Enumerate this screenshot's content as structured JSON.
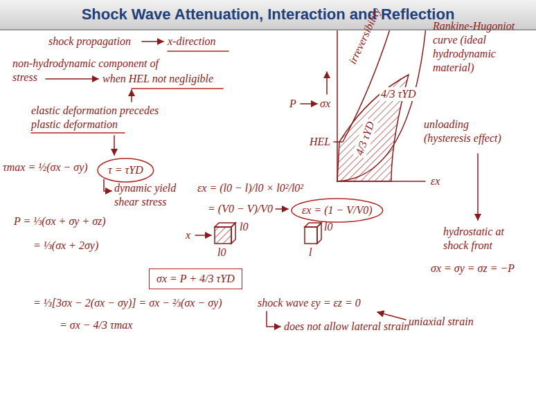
{
  "diagram": {
    "title": "Shock Wave Attenuation, Interaction and Reflection",
    "nodes": [
      {
        "text": [
          "τ = τYD"
        ]
      },
      {
        "text": [
          "εx = (1 − V/V0)"
        ]
      },
      {
        "text": [
          "σx = P + 4/3 τYD"
        ]
      }
    ],
    "labels": [
      "shock propagation",
      "x-direction",
      "non-hydrodynamic component of stress",
      "when HEL not negligible",
      "elastic deformation precedes plastic deformation",
      "τmax = ½(σx − σy)",
      "dynamic yield shear stress",
      "εx = (l0 − l)/l0 × l0²/l0²",
      "= (V0 − V)/V0",
      "x",
      "l0",
      "l0",
      "l0",
      "l",
      "P = ⅓(σx + σy + σz)",
      "= ⅓(σx + 2σy)",
      "= ⅓[3σx − 2(σx − σy)] = σx − ⅔(σx − σy)",
      "= σx − 4/3 τmax",
      "shock wave εy = εz = 0",
      "does not allow lateral strain",
      "uniaxial strain",
      "P",
      "σx",
      "HEL",
      "irreversibility",
      "Rankine-Hugoniot curve (ideal hydrodynamic material)",
      "4/3 τYD",
      "4/3 τYD",
      "unloading (hysteresis effect)",
      "εx",
      "hydrostatic at shock front",
      "σx = σy = σz = −P"
    ]
  }
}
